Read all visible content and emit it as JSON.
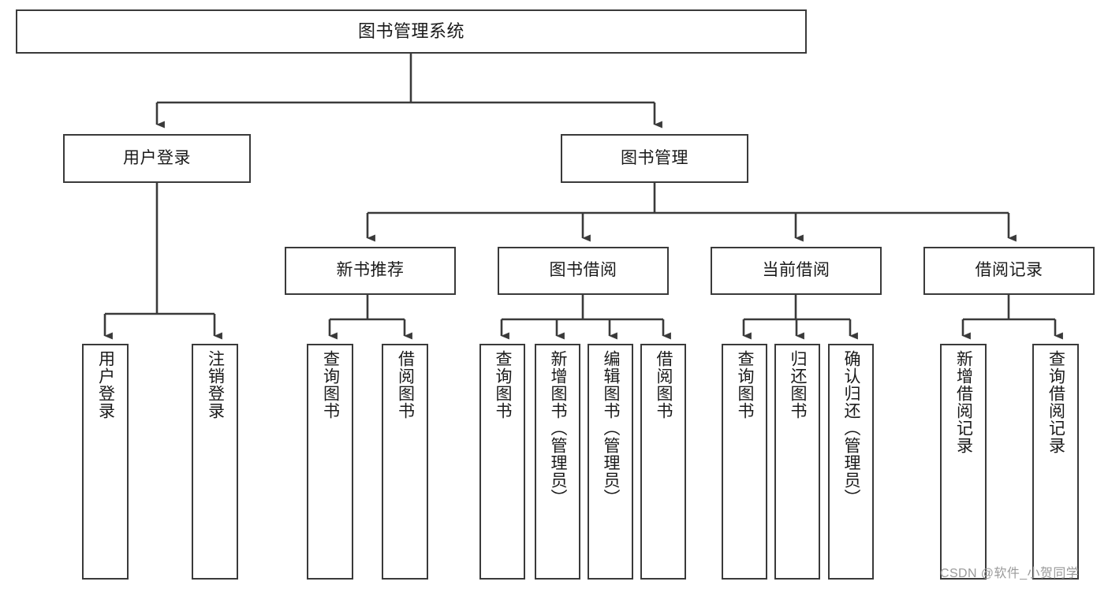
{
  "diagram": {
    "title": "图书管理系统",
    "type": "tree",
    "root": {
      "id": "root",
      "label": "图书管理系统"
    },
    "level1": [
      {
        "id": "user-login",
        "label": "用户登录"
      },
      {
        "id": "book-manage",
        "label": "图书管理"
      }
    ],
    "level2": [
      {
        "id": "new-book-rec",
        "label": "新书推荐",
        "parent": "book-manage"
      },
      {
        "id": "book-borrow",
        "label": "图书借阅",
        "parent": "book-manage"
      },
      {
        "id": "current-borrow",
        "label": "当前借阅",
        "parent": "book-manage"
      },
      {
        "id": "borrow-record",
        "label": "借阅记录",
        "parent": "book-manage"
      }
    ],
    "leaves": [
      {
        "id": "leaf-user-login",
        "label": "用户登录",
        "parent": "user-login"
      },
      {
        "id": "leaf-logout",
        "label": "注销登录",
        "parent": "user-login"
      },
      {
        "id": "leaf-query-book-1",
        "label": "查询图书",
        "parent": "new-book-rec"
      },
      {
        "id": "leaf-borrow-book-1",
        "label": "借阅图书",
        "parent": "new-book-rec"
      },
      {
        "id": "leaf-query-book-2",
        "label": "查询图书",
        "parent": "book-borrow"
      },
      {
        "id": "leaf-add-book",
        "label": "新增图书（管理员）",
        "parent": "book-borrow"
      },
      {
        "id": "leaf-edit-book",
        "label": "编辑图书（管理员）",
        "parent": "book-borrow"
      },
      {
        "id": "leaf-borrow-book-2",
        "label": "借阅图书",
        "parent": "book-borrow"
      },
      {
        "id": "leaf-query-book-3",
        "label": "查询图书",
        "parent": "current-borrow"
      },
      {
        "id": "leaf-return-book",
        "label": "归还图书",
        "parent": "current-borrow"
      },
      {
        "id": "leaf-confirm-return",
        "label": "确认归还（管理员）",
        "parent": "current-borrow"
      },
      {
        "id": "leaf-add-record",
        "label": "新增借阅记录",
        "parent": "borrow-record"
      },
      {
        "id": "leaf-query-record",
        "label": "查询借阅记录",
        "parent": "borrow-record"
      }
    ],
    "colors": {
      "stroke": "#3a3a3a",
      "background": "#ffffff",
      "text": "#1a1a1a",
      "watermark": "#9a9a9a"
    }
  },
  "watermark": {
    "text": "CSDN @软件_小贺同学"
  }
}
